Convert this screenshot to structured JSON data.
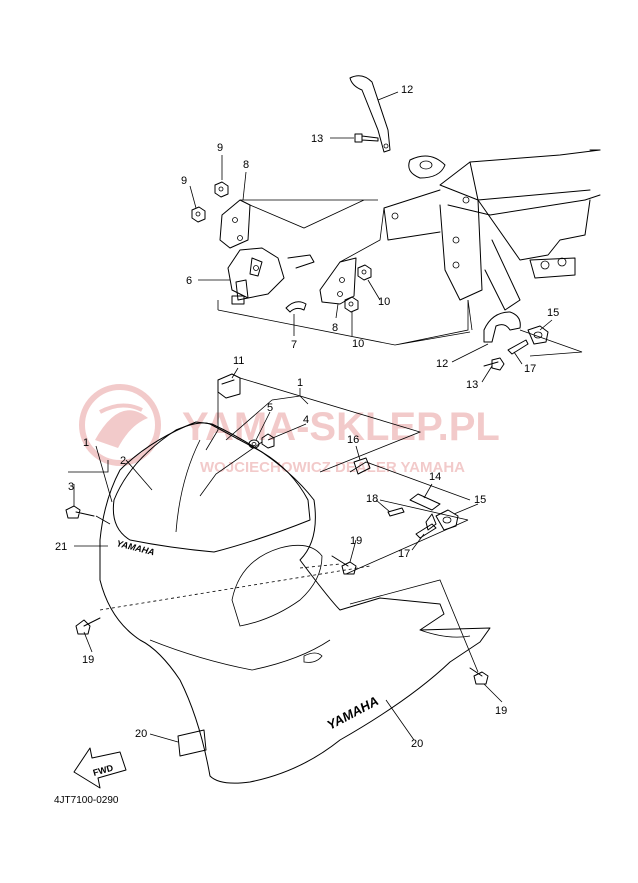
{
  "diagram_code": "4JT7100-0290",
  "watermark": {
    "title": "YAMA-SKLEP.PL",
    "subtitle": "WOJCIECHOWICZ DEALER YAMAHA",
    "color": "#e8a0a0"
  },
  "fwd_arrow_label": "FWD",
  "fairing_logo_text": "YAMAHA",
  "windscreen_logo_text": "YAMAHA",
  "callouts": {
    "c1a": "1",
    "c1b": "1",
    "c2": "2",
    "c3": "3",
    "c4": "4",
    "c5": "5",
    "c6": "6",
    "c7": "7",
    "c8a": "8",
    "c8b": "8",
    "c9a": "9",
    "c9b": "9",
    "c10a": "10",
    "c10b": "10",
    "c11": "11",
    "c12a": "12",
    "c12b": "12",
    "c13a": "13",
    "c13b": "13",
    "c14": "14",
    "c15a": "15",
    "c15b": "15",
    "c16": "16",
    "c17a": "17",
    "c17b": "17",
    "c18": "18",
    "c19a": "19",
    "c19b": "19",
    "c19c": "19",
    "c20a": "20",
    "c20b": "20",
    "c21": "21"
  }
}
